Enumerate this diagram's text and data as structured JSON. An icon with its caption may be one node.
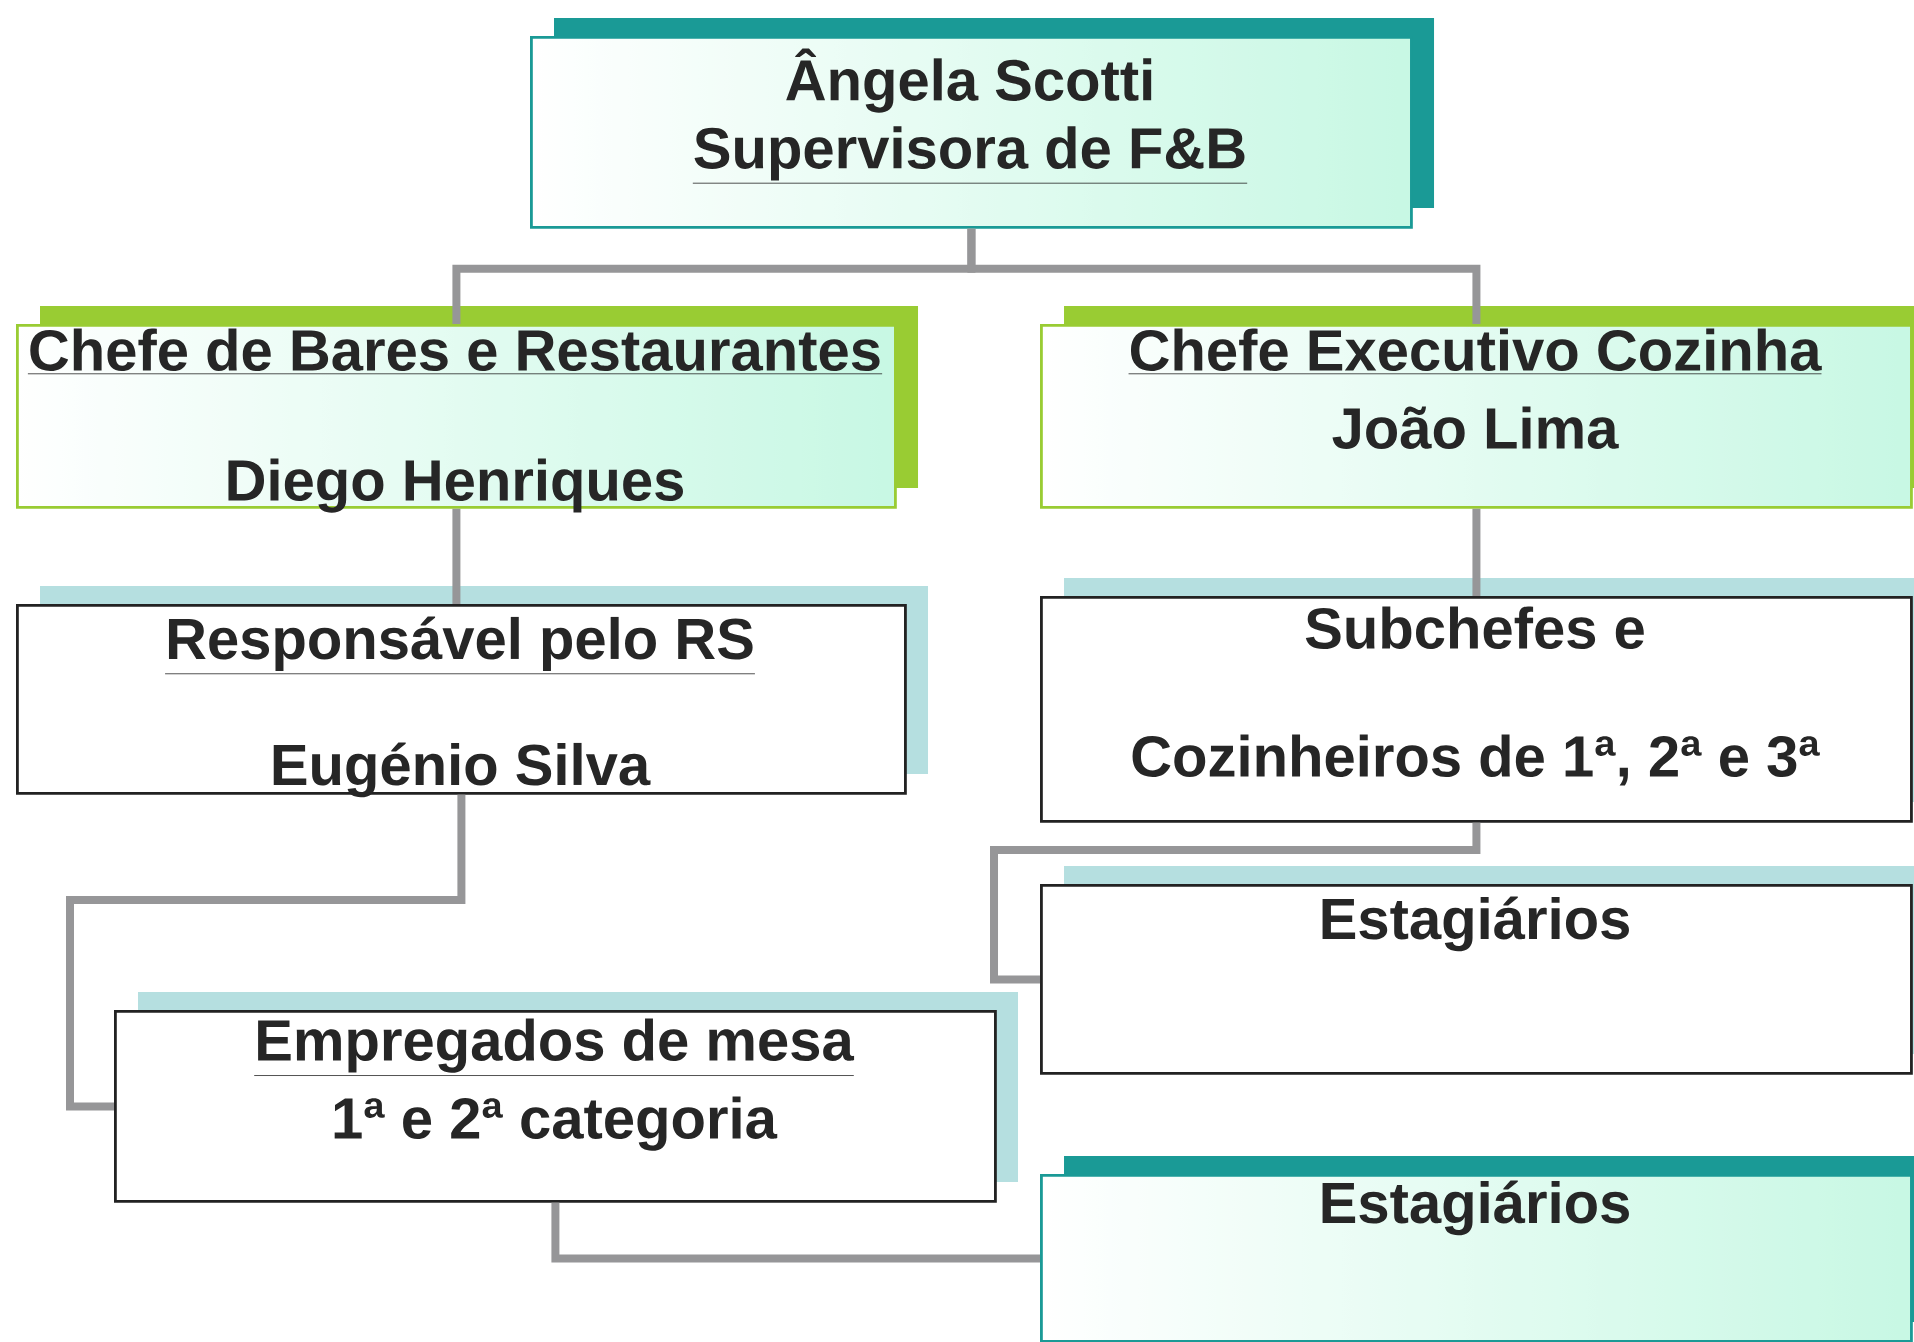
{
  "diagram": {
    "nodes": [
      {
        "text": [
          "Ângela Scotti",
          "Supervisora de F&B"
        ]
      },
      {
        "text": [
          "Chefe de Bares e Restaurantes",
          "Diego Henriques"
        ]
      },
      {
        "text": [
          "Chefe Executivo Cozinha",
          "João Lima"
        ]
      },
      {
        "text": [
          "Responsável pelo RS",
          "Eugénio Silva"
        ]
      },
      {
        "text": [
          "Subchefes e",
          "Cozinheiros de 1ª, 2ª e 3ª"
        ]
      },
      {
        "text": [
          "Estagiários"
        ]
      },
      {
        "text": [
          "Empregados de mesa",
          "1ª e 2ª categoria"
        ]
      },
      {
        "text": [
          "Estagiários"
        ]
      }
    ],
    "edges": [
      {
        "from": 0,
        "to": 1,
        "arrow": "none"
      },
      {
        "from": 0,
        "to": 2,
        "arrow": "none"
      },
      {
        "from": 1,
        "to": 3,
        "arrow": "none"
      },
      {
        "from": 2,
        "to": 4,
        "arrow": "none"
      },
      {
        "from": 4,
        "to": 5,
        "arrow": "none"
      },
      {
        "from": 3,
        "to": 6,
        "arrow": "none"
      },
      {
        "from": 6,
        "to": 7,
        "arrow": "none"
      }
    ]
  }
}
